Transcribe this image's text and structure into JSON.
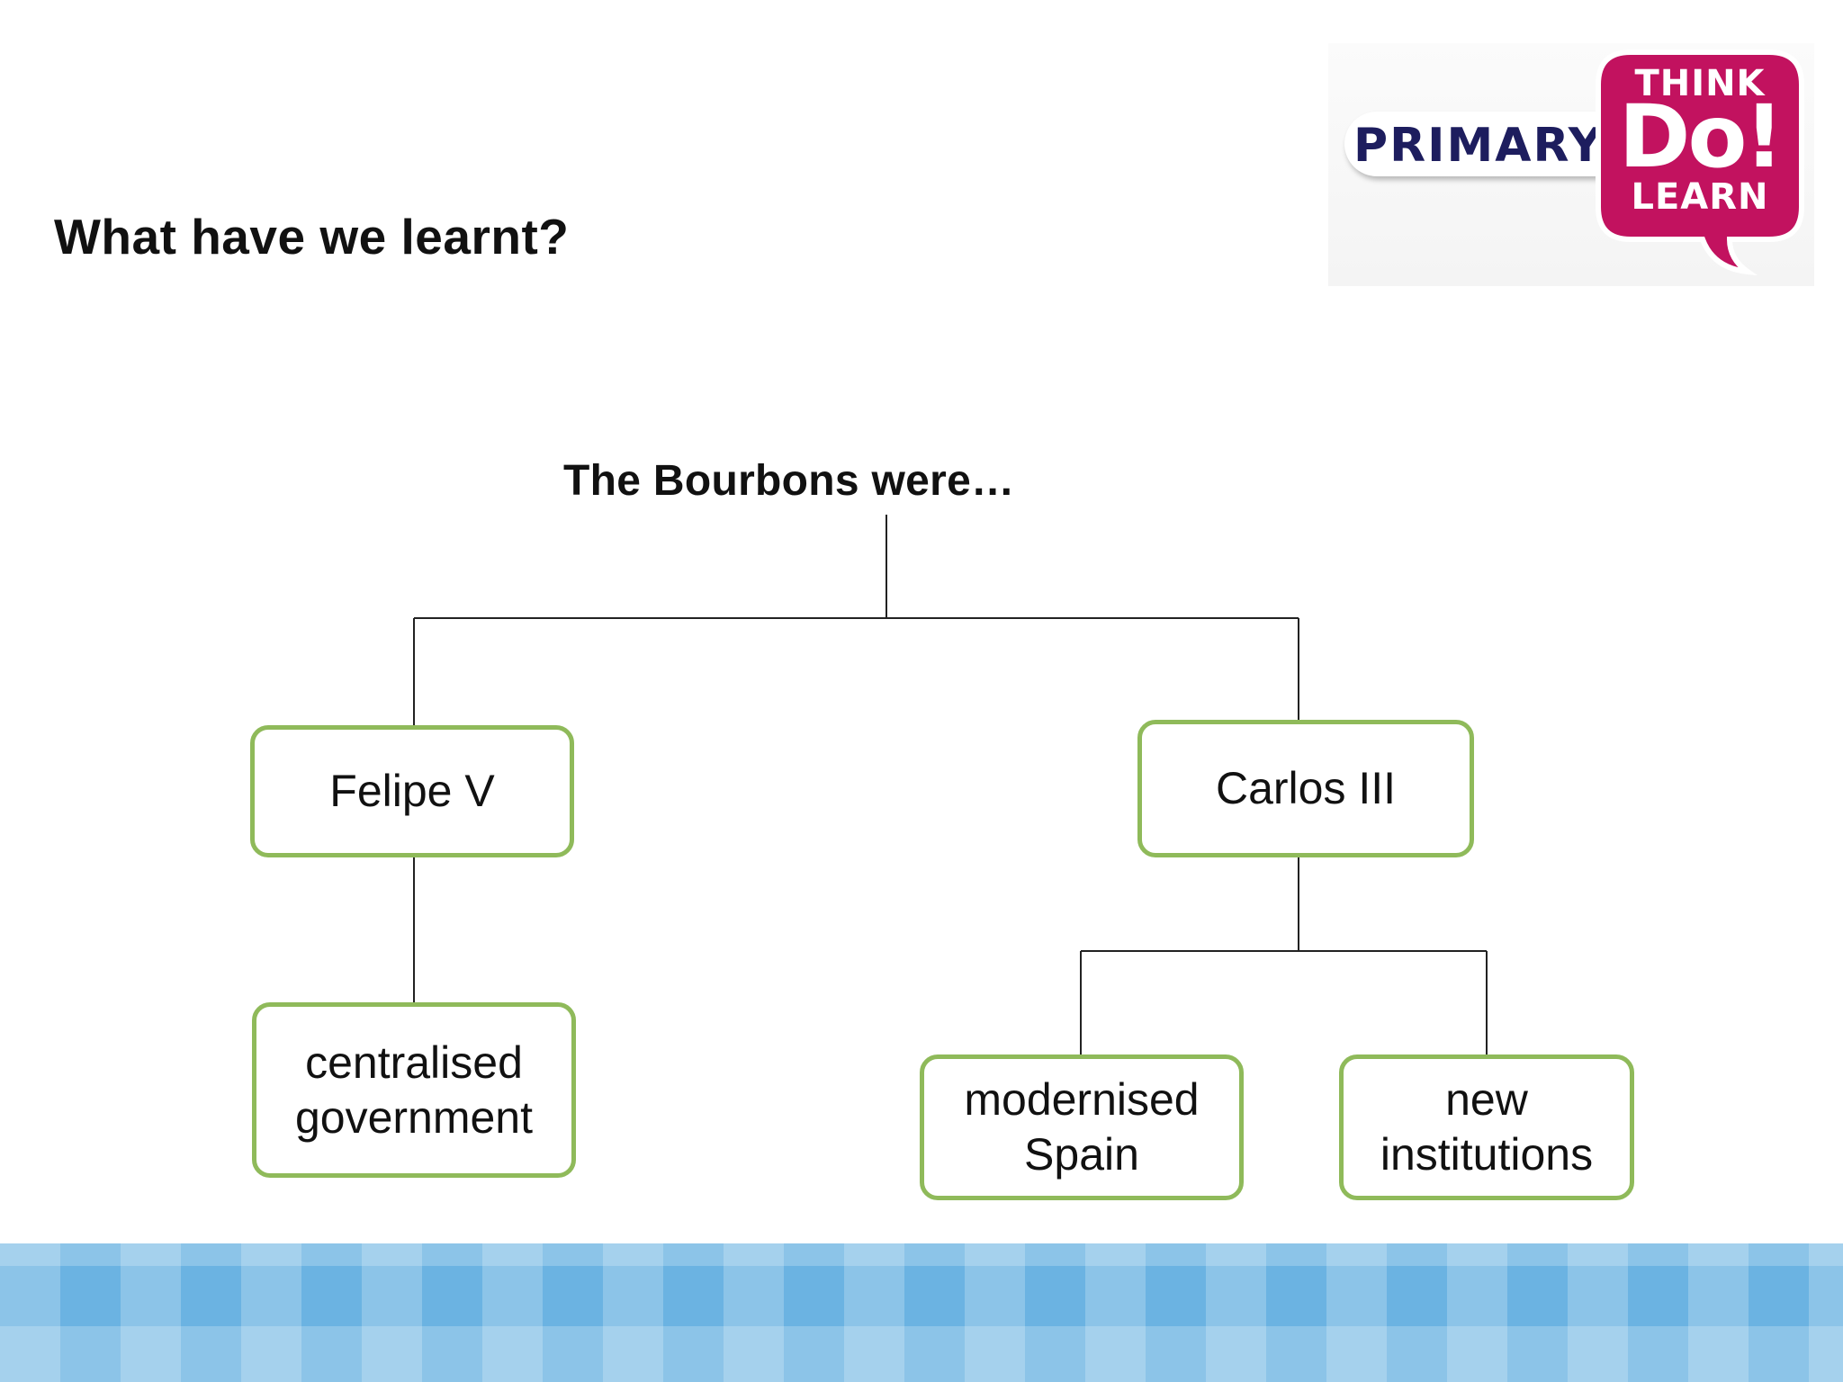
{
  "slide": {
    "title": "What have we learnt?"
  },
  "logo": {
    "primary": "PRIMARY",
    "think": "THINK",
    "do": "Do!",
    "learn": "LEARN",
    "bubble_color": "#c2125f",
    "text_color": "#1d1d5e"
  },
  "diagram": {
    "root": "The Bourbons were…",
    "nodes": {
      "felipe": "Felipe V",
      "carlos": "Carlos III",
      "centralised": [
        "centralised",
        "government"
      ],
      "modernised": [
        "modernised",
        "Spain"
      ],
      "institutions": [
        "new",
        "institutions"
      ]
    },
    "box_border_color": "#8fba5a"
  },
  "footer": {
    "pattern": "blue checkerboard",
    "color": "#6bb3e2"
  }
}
